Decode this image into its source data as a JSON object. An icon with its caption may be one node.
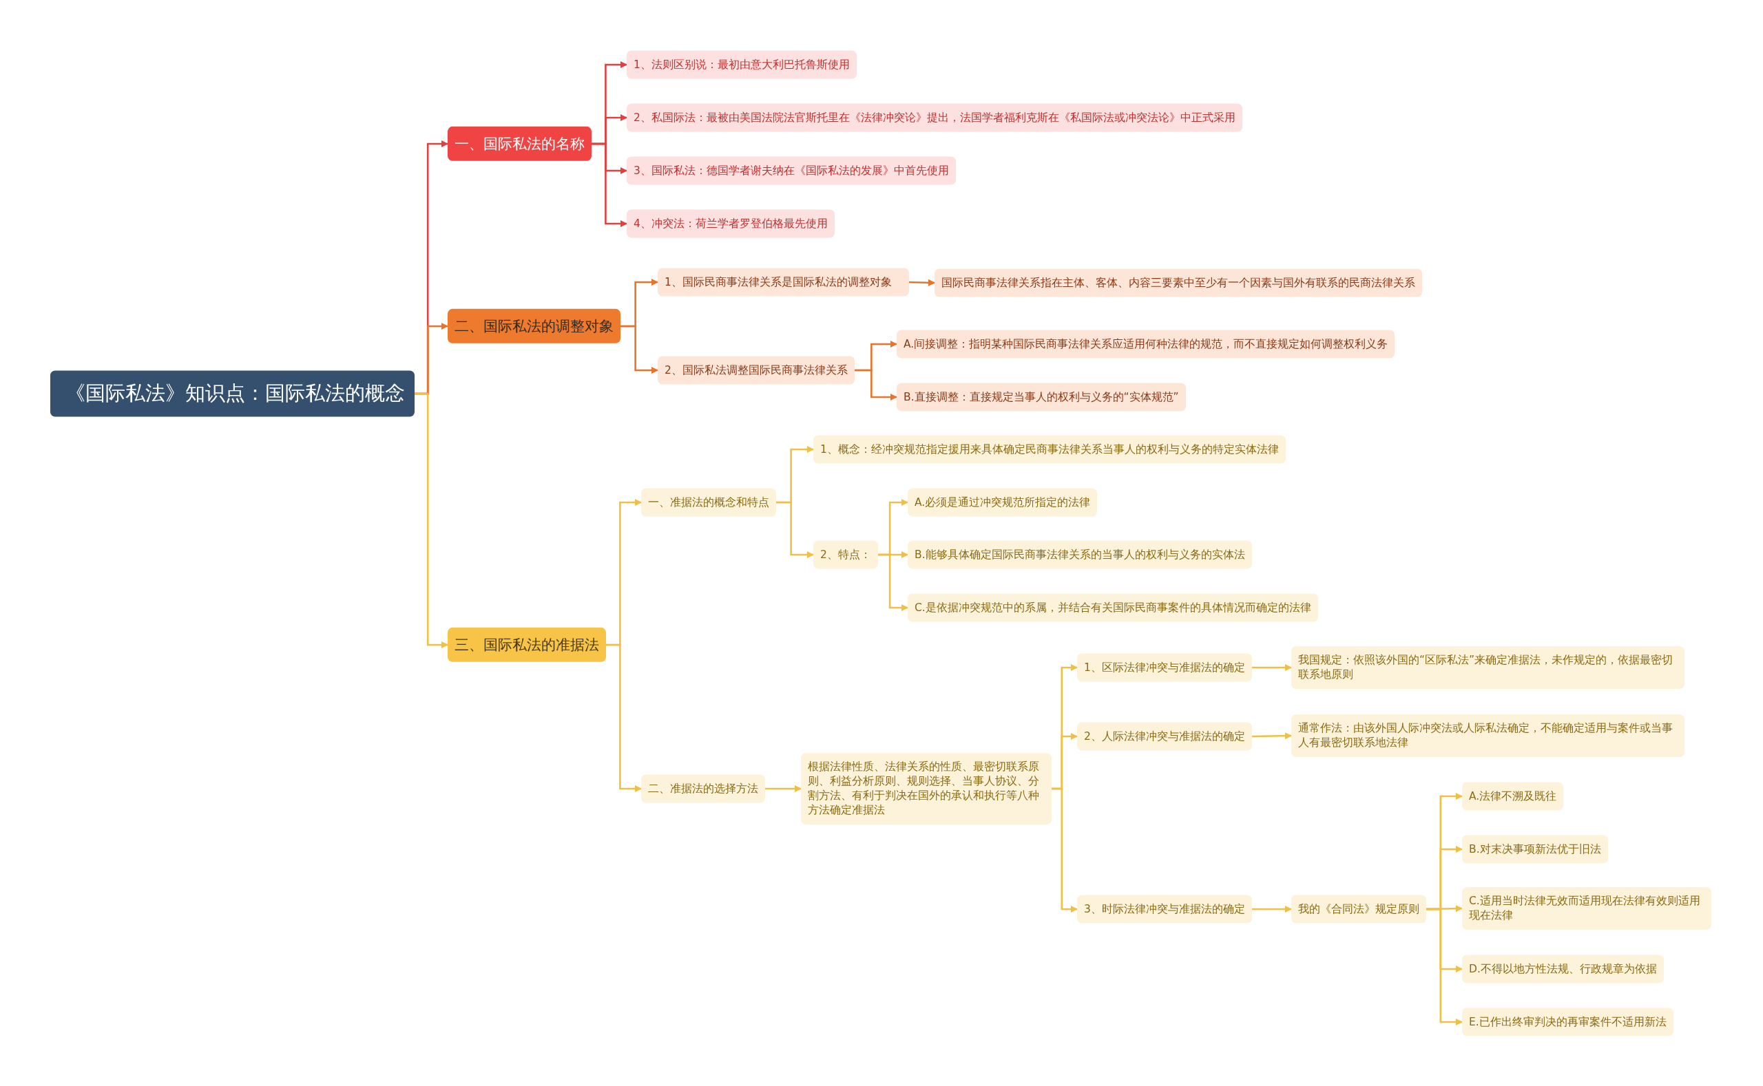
{
  "diagram": {
    "nodes": [
      {
        "text": [
          "《国际私法》知识点：国际私法的概念"
        ]
      },
      {
        "text": [
          "一、国际私法的名称"
        ]
      },
      {
        "text": [
          "1、法则区别说：最初由意大利巴托鲁斯使用"
        ]
      },
      {
        "text": [
          "2、私国际法：最被由美国法院法官斯托里在《法律冲突论》提出，法国学者福利克斯在《私国际法或冲突法论》中正式采用"
        ]
      },
      {
        "text": [
          "3、国际私法：德国学者谢夫纳在《国际私法的发展》中首先使用"
        ]
      },
      {
        "text": [
          "4、冲突法：荷兰学者罗登伯格最先使用"
        ]
      },
      {
        "text": [
          "二、国际私法的调整对象"
        ]
      },
      {
        "text": [
          "1、国际民商事法律关系是国际私法的调整对象"
        ]
      },
      {
        "text": [
          "国际民商事法律关系指在主体、客体、内容三要素中至少有一个因素与国外有联系的民商法律关系"
        ]
      },
      {
        "text": [
          "2、国际私法调整国际民商事法律关系"
        ]
      },
      {
        "text": [
          "A.间接调整：指明某种国际民商事法律关系应适用何种法律的规范，而不直接规定如何调整权利义务"
        ]
      },
      {
        "text": [
          "B.直接调整：直接规定当事人的权利与义务的“实体规范”"
        ]
      },
      {
        "text": [
          "三、国际私法的准据法"
        ]
      },
      {
        "text": [
          "一、准据法的概念和特点"
        ]
      },
      {
        "text": [
          "1、概念：经冲突规范指定援用来具体确定民商事法律关系当事人的权利与义务的特定实体法律"
        ]
      },
      {
        "text": [
          "2、特点："
        ]
      },
      {
        "text": [
          "A.必须是通过冲突规范所指定的法律"
        ]
      },
      {
        "text": [
          "B.能够具体确定国际民商事法律关系的当事人的权利与义务的实体法"
        ]
      },
      {
        "text": [
          "C.是依据冲突规范中的系属，并结合有关国际民商事案件的具体情况而确定的法律"
        ]
      },
      {
        "text": [
          "二、准据法的选择方法"
        ]
      },
      {
        "text": [
          "根据法律性质、法律关系的性质、最密切联系原则、利益分析原则、规则选择、当事人协议、分割方法、有利于判决在国外的承认和执行等八种方法确定准据法"
        ]
      },
      {
        "text": [
          "1、区际法律冲突与准据法的确定"
        ]
      },
      {
        "text": [
          "我国规定：依照该外国的“区际私法”来确定准据法，未作规定的，依据最密切联系地原则"
        ]
      },
      {
        "text": [
          "2、人际法律冲突与准据法的确定"
        ]
      },
      {
        "text": [
          "通常作法：由该外国人际冲突法或人际私法确定，不能确定适用与案件或当事人有最密切联系地法律"
        ]
      },
      {
        "text": [
          "3、时际法律冲突与准据法的确定"
        ]
      },
      {
        "text": [
          "我的《合同法》规定原则"
        ]
      },
      {
        "text": [
          "A.法律不溯及既往"
        ]
      },
      {
        "text": [
          "B.对末决事项新法优于旧法"
        ]
      },
      {
        "text": [
          "C.适用当时法律无效而适用现在法律有效则适用现在法律"
        ]
      },
      {
        "text": [
          "D.不得以地方性法规、行政规章为依据"
        ]
      },
      {
        "text": [
          "E.已作出终审判决的再审案件不适用新法"
        ]
      }
    ],
    "edges": [
      {
        "from": 0,
        "to": 1,
        "arrow": "to",
        "color": "#e0403f"
      },
      {
        "from": 0,
        "to": 6,
        "arrow": "to",
        "color": "#e8742c"
      },
      {
        "from": 0,
        "to": 12,
        "arrow": "to"
      },
      {
        "from": 1,
        "to": 2,
        "arrow": "to",
        "color": "#e0403f"
      },
      {
        "from": 1,
        "to": 3,
        "arrow": "to",
        "color": "#e0403f"
      },
      {
        "from": 1,
        "to": 4,
        "arrow": "to",
        "color": "#e0403f"
      },
      {
        "from": 1,
        "to": 5,
        "arrow": "to",
        "color": "#e0403f"
      },
      {
        "from": 6,
        "to": 7,
        "arrow": "to",
        "color": "#e8742c"
      },
      {
        "from": 7,
        "to": 8,
        "arrow": "to",
        "color": "#e8742c"
      },
      {
        "from": 6,
        "to": 9,
        "arrow": "to",
        "color": "#e8742c"
      },
      {
        "from": 9,
        "to": 10,
        "arrow": "to",
        "color": "#e8742c"
      },
      {
        "from": 9,
        "to": 11,
        "arrow": "to",
        "color": "#e8742c"
      },
      {
        "from": 12,
        "to": 13,
        "arrow": "to"
      },
      {
        "from": 13,
        "to": 14,
        "arrow": "to"
      },
      {
        "from": 13,
        "to": 15,
        "arrow": "to"
      },
      {
        "from": 15,
        "to": 16,
        "arrow": "to"
      },
      {
        "from": 15,
        "to": 17,
        "arrow": "to"
      },
      {
        "from": 15,
        "to": 18,
        "arrow": "to"
      },
      {
        "from": 12,
        "to": 19,
        "arrow": "to"
      },
      {
        "from": 19,
        "to": 20,
        "arrow": "to"
      },
      {
        "from": 20,
        "to": 21,
        "arrow": "to"
      },
      {
        "from": 21,
        "to": 22,
        "arrow": "to"
      },
      {
        "from": 20,
        "to": 23,
        "arrow": "to"
      },
      {
        "from": 23,
        "to": 24,
        "arrow": "to"
      },
      {
        "from": 20,
        "to": 25,
        "arrow": "to"
      },
      {
        "from": 25,
        "to": 26,
        "arrow": "to"
      },
      {
        "from": 26,
        "to": 27,
        "arrow": "to"
      },
      {
        "from": 26,
        "to": 28,
        "arrow": "to"
      },
      {
        "from": 26,
        "to": 29,
        "arrow": "to"
      },
      {
        "from": 26,
        "to": 30,
        "arrow": "to"
      },
      {
        "from": 26,
        "to": 31,
        "arrow": "to"
      }
    ]
  }
}
